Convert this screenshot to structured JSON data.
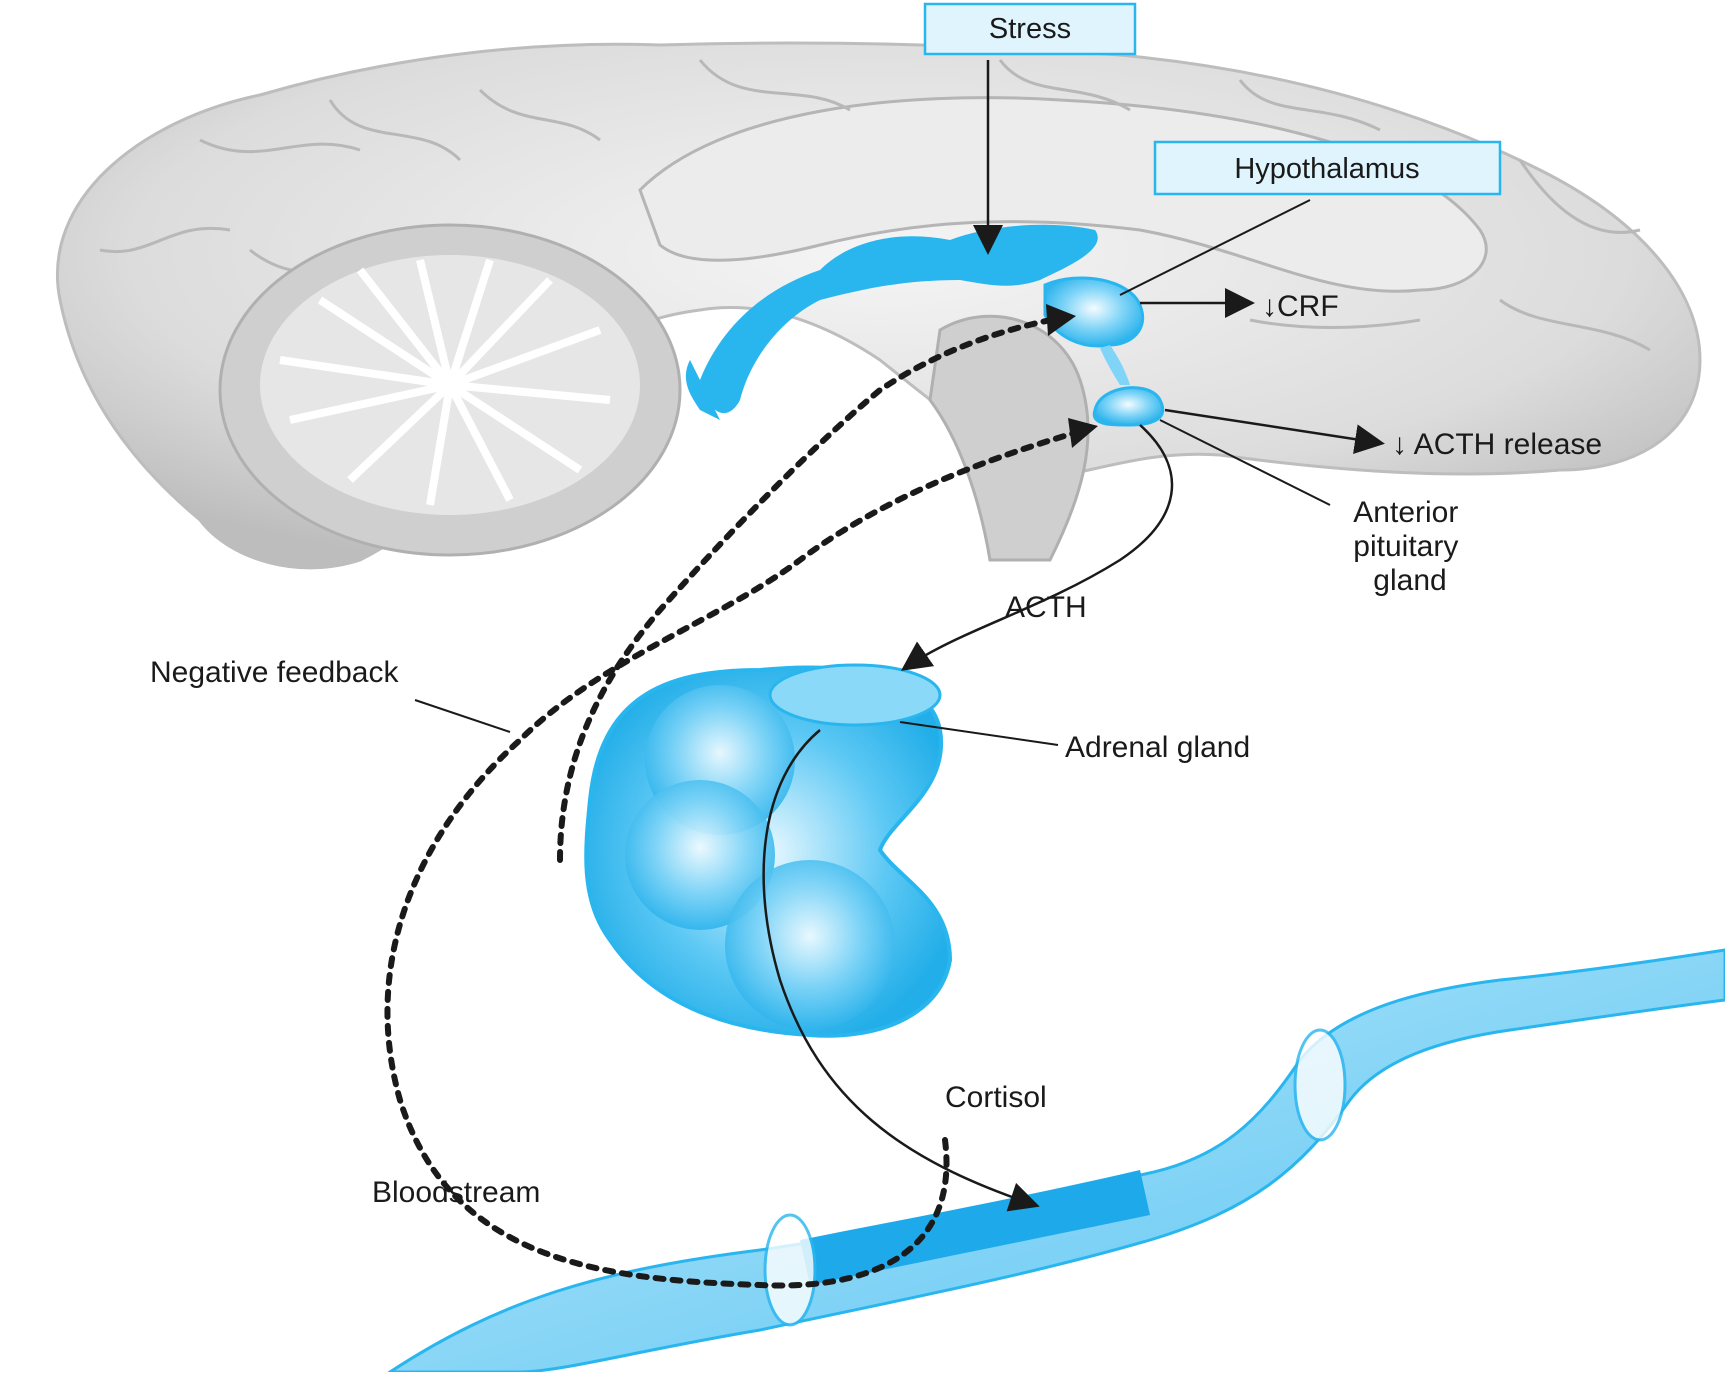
{
  "labels": {
    "stress": "Stress",
    "hypothalamus": "Hypothalamus",
    "crf": "↓CRF",
    "acth_release": "↓ ACTH release",
    "anterior_pituitary": [
      "Anterior",
      "pituitary",
      "gland"
    ],
    "acth": "ACTH",
    "negative_feedback": "Negative feedback",
    "adrenal_gland": "Adrenal gland",
    "cortisol": "Cortisol",
    "bloodstream": "Bloodstream"
  },
  "colors": {
    "gland_blue": "#29b6ef",
    "gland_light": "#bfe9fb",
    "label_box_fill": "#dff4fd",
    "label_box_border": "#29b6ef",
    "brain_gray": "#d9d9d9",
    "arrow": "#1a1a1a"
  }
}
